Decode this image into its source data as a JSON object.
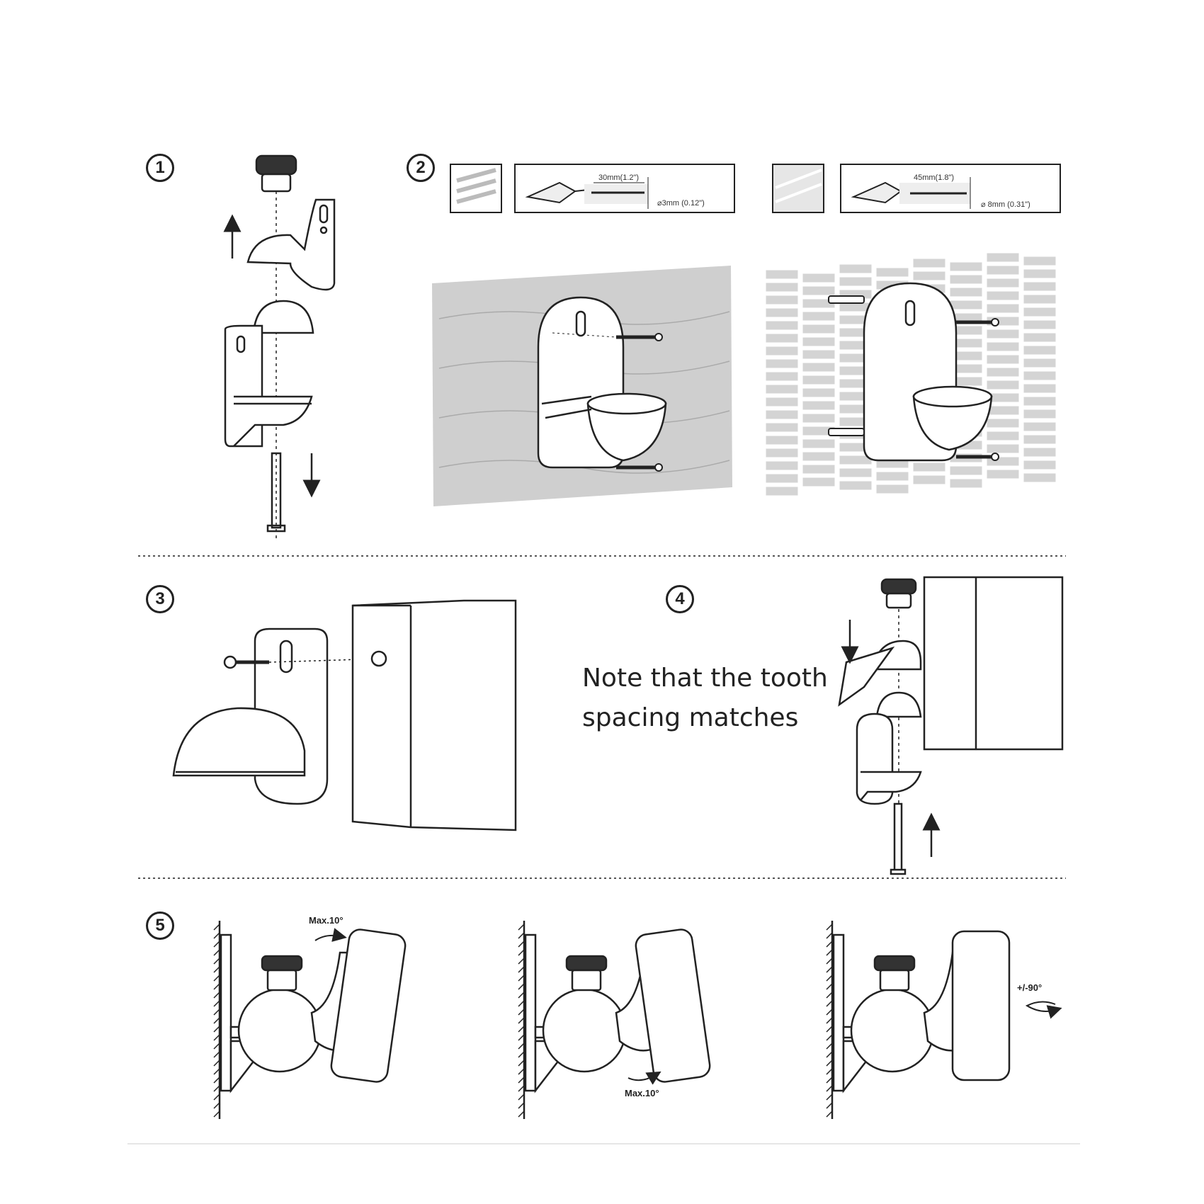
{
  "steps": [
    "1",
    "2",
    "3",
    "4",
    "5"
  ],
  "step2": {
    "wood": {
      "depth_label": "30mm(1.2\")",
      "diameter_label": "⌀3mm (0.12\")"
    },
    "brick": {
      "depth_label": "45mm(1.8\")",
      "diameter_label": "⌀ 8mm (0.31\")"
    }
  },
  "step4": {
    "note_line1": "Note that the tooth",
    "note_line2": "spacing matches"
  },
  "step5": {
    "tilt_up_label": "Max.10°",
    "tilt_down_label": "Max.10°",
    "rotate_label": "+/-90°"
  },
  "icons": [
    "drill-icon",
    "arrow-up-icon",
    "arrow-down-icon",
    "rotate-arrow-icon"
  ],
  "colors": {
    "line": "#222222",
    "wall_fill": "#cfcfcf",
    "brick": "#d4d4d4"
  }
}
